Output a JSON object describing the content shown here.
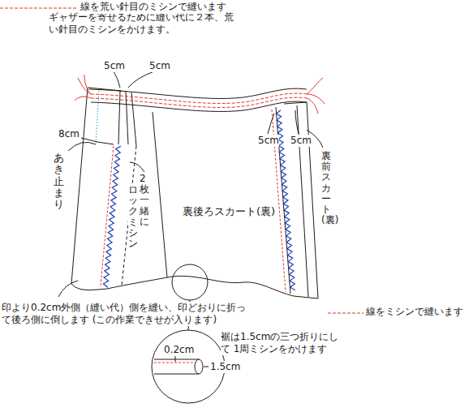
{
  "diagram": {
    "labels": [
      "ギャザーを寄せるために縫い代に２本、荒い針目のミシンをかけます。",
      "5cm",
      "5cm",
      "5cm",
      "5cm",
      "8cm",
      "あき止まり",
      "2枚一緒に",
      "ロックミシン",
      "裏後ろスカート(裏)",
      "裏前スカート(裏)",
      "印より0.2cm外側（縫い代）側を縫い、印どおりに折って後ろ側に倒します (この作業できせが入ります)",
      "裾は1.5cmの三つ折りにして 1周ミシンをかけます",
      "0.2cm",
      "1.5cm"
    ],
    "legend": [
      {
        "text": "線を荒い針目のミシンで縫います"
      },
      {
        "text": "線をミシンで縫います"
      }
    ]
  }
}
